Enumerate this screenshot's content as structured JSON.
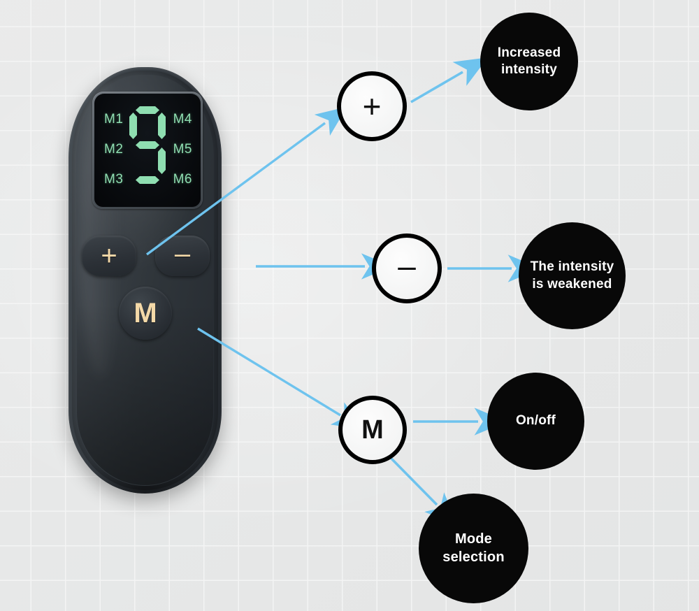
{
  "scene": {
    "title": "TENS unit remote control with labeled callouts",
    "background_color": "#e7e8e8",
    "grid_line_color": "#ffffff",
    "arrow_color": "#6ec3ee"
  },
  "device": {
    "body_color": "#343a40",
    "display": {
      "screen_color": "#080a0d",
      "segment_color": "#8fdeb1",
      "digit_value": "9",
      "segments_on": [
        "a",
        "b",
        "f",
        "g",
        "c",
        "d"
      ],
      "left_modes": [
        "M1",
        "M2",
        "M3"
      ],
      "right_modes": [
        "M4",
        "M5",
        "M6"
      ]
    },
    "buttons": {
      "symbol_color": "#f4d9a8",
      "plus_label": "+",
      "minus_label": "–",
      "mode_label": "M"
    }
  },
  "callouts": [
    {
      "id": "plus",
      "ring_glyph": "+",
      "ring_fill": "#f4f5f5",
      "ring_border": "#000000",
      "bubble_text_line1": "Increased",
      "bubble_text_line2": "intensity",
      "bubble_fill": "#080808",
      "bubble_text_color": "#ffffff"
    },
    {
      "id": "minus",
      "ring_glyph": "–",
      "ring_fill": "#f4f5f5",
      "ring_border": "#000000",
      "bubble_text_line1": "The intensity",
      "bubble_text_line2": "is weakened",
      "bubble_fill": "#080808",
      "bubble_text_color": "#ffffff"
    },
    {
      "id": "mode",
      "ring_glyph": "M",
      "ring_fill": "#f4f5f5",
      "ring_border": "#000000",
      "bubble_text_line1": "On/off",
      "bubble_text_line2": "",
      "bubble_fill": "#080808",
      "bubble_text_color": "#ffffff"
    },
    {
      "id": "mode-selection",
      "ring_glyph": "M",
      "ring_fill": "#f4f5f5",
      "ring_border": "#000000",
      "bubble_text_line1": "Mode",
      "bubble_text_line2": "selection",
      "bubble_fill": "#080808",
      "bubble_text_color": "#ffffff"
    }
  ]
}
